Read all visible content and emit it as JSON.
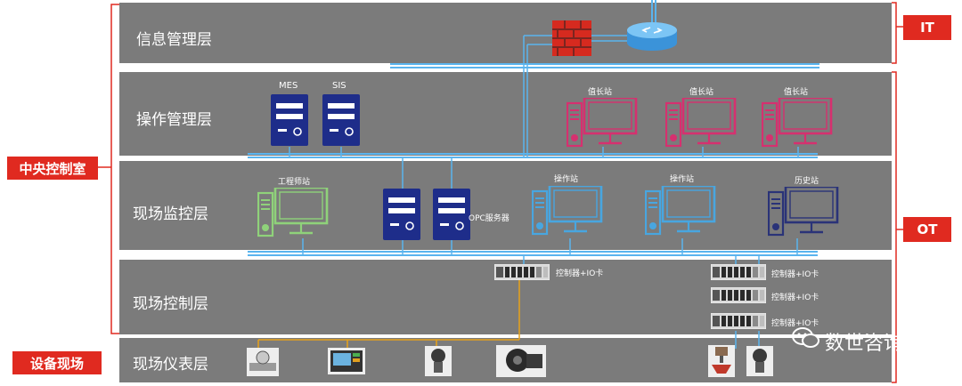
{
  "layers": [
    {
      "id": "info",
      "label": "信息管理层"
    },
    {
      "id": "ops",
      "label": "操作管理层"
    },
    {
      "id": "monitor",
      "label": "现场监控层"
    },
    {
      "id": "control",
      "label": "现场控制层"
    },
    {
      "id": "instrument",
      "label": "现场仪表层"
    }
  ],
  "tags": {
    "central_control": "中央控制室",
    "field_equipment": "设备现场",
    "it": "IT",
    "ot": "OT"
  },
  "servers": {
    "mes": "MES",
    "sis": "SIS",
    "opc": "OPC服务器"
  },
  "stations": {
    "shift1": "值长站",
    "shift2": "值长站",
    "shift3": "值长站",
    "engineer": "工程师站",
    "operator1": "操作站",
    "operator2": "操作站",
    "history": "历史站"
  },
  "controllers": {
    "c1": "控制器+IO卡",
    "c2": "控制器+IO卡",
    "c3": "控制器+IO卡",
    "c4": "控制器+IO卡"
  },
  "watermark": "数世咨询",
  "colors": {
    "band": "#7b7b7b",
    "accent_red": "#e02a20",
    "server_blue": "#1e2d8a",
    "shift_pink": "#d6306f",
    "engineer_green": "#8fd27a",
    "operator_cyan": "#48a6e0",
    "history_navy": "#2a3378",
    "network_blue": "#5ab4ee",
    "fieldbus_orange": "#e8a21a"
  }
}
